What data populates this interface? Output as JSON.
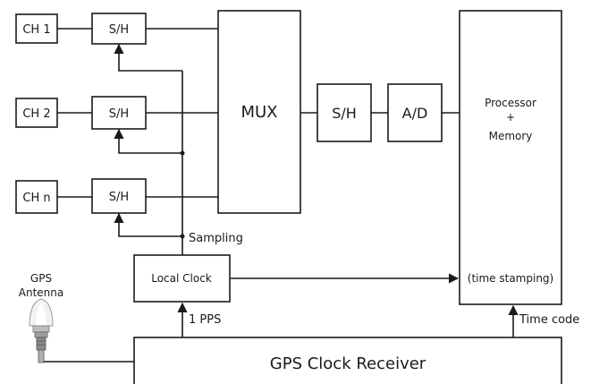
{
  "diagram": {
    "blocks": {
      "ch1": "CH 1",
      "ch2": "CH 2",
      "chn": "CH n",
      "sh1": "S/H",
      "sh2": "S/H",
      "shn": "S/H",
      "mux": "MUX",
      "sh_main": "S/H",
      "ad": "A/D",
      "processor_line1": "Processor",
      "processor_line2": "+",
      "processor_line3": "Memory",
      "time_stamping": "(time stamping)",
      "local_clock": "Local Clock",
      "gps_receiver": "GPS Clock Receiver"
    },
    "labels": {
      "sampling": "Sampling",
      "pps": "1 PPS",
      "time_code": "Time code",
      "antenna_line1": "GPS",
      "antenna_line2": "Antenna"
    }
  }
}
